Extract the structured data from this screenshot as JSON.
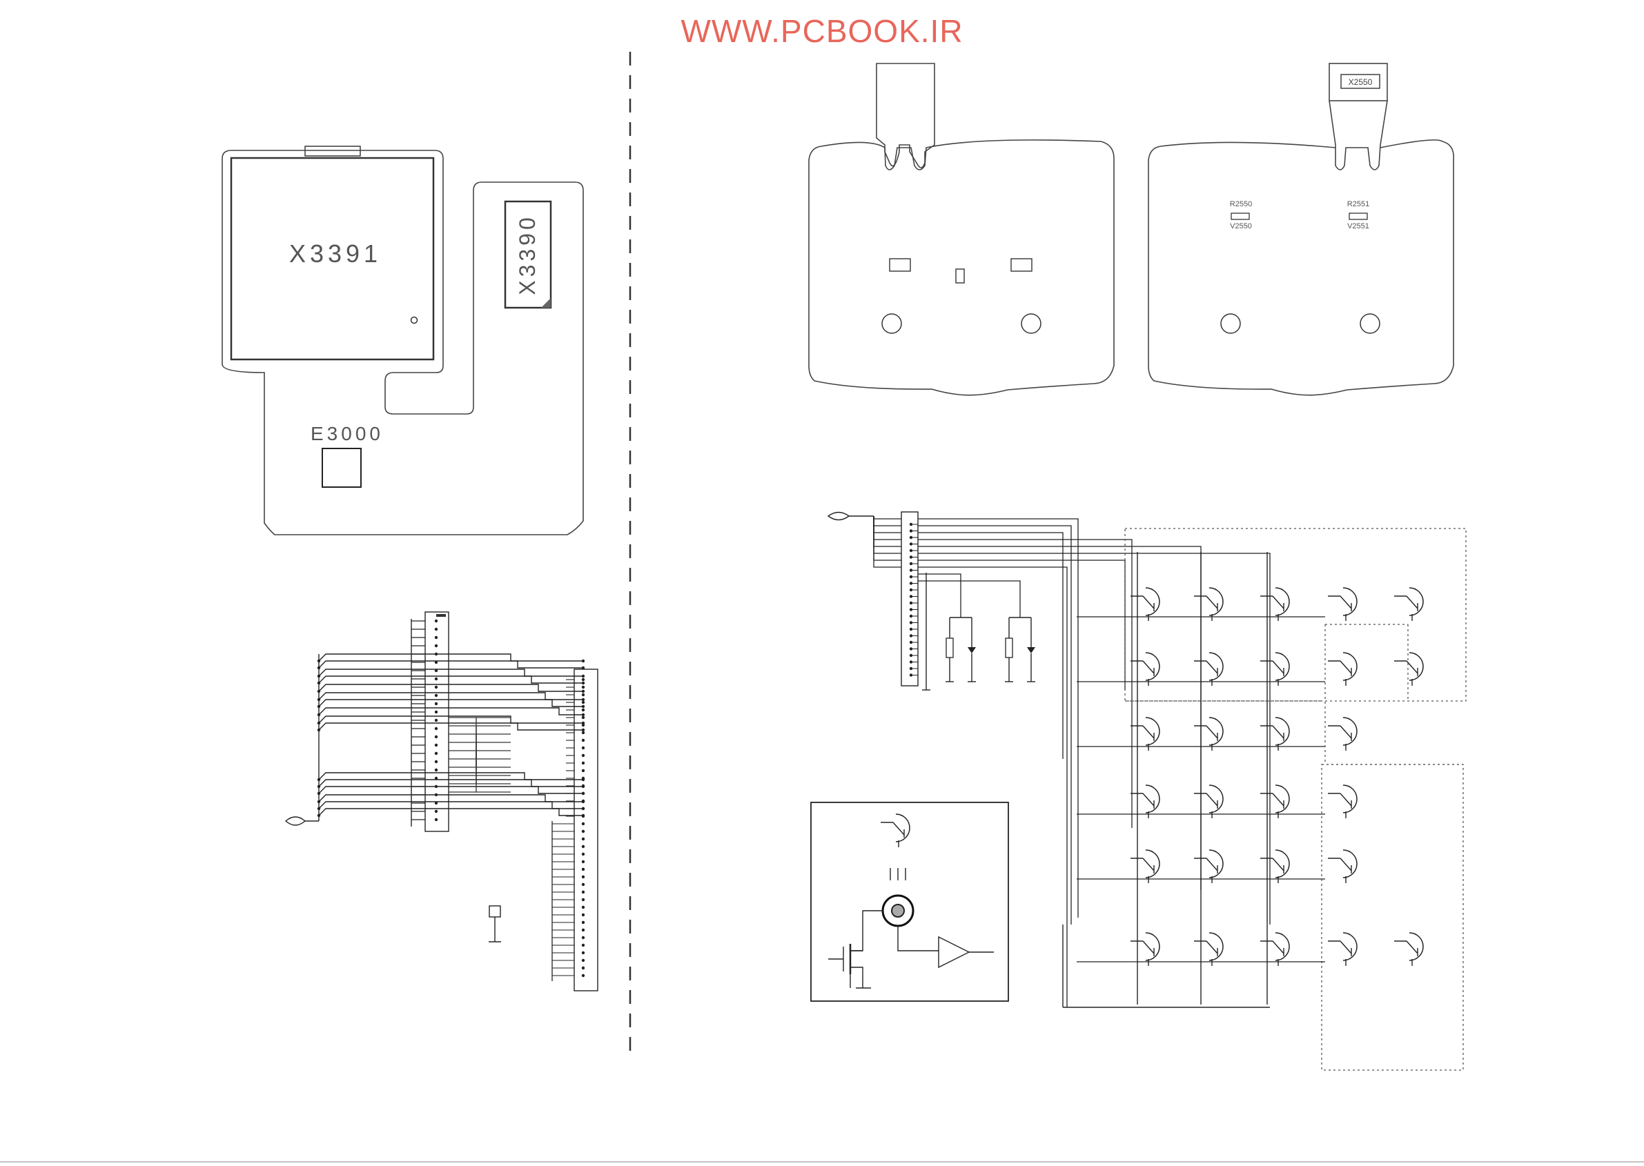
{
  "watermark": "WWW.PCBOOK.IR",
  "colors": {
    "watermark": "#e8665a",
    "lines": "#222222"
  },
  "left_board": {
    "chip_main": "X3391",
    "chip_side": "X3390",
    "pad": "E3000"
  },
  "right_boards": {
    "connector": "X2550",
    "led_left_ref": "R2550",
    "led_left_label": "V2550",
    "led_right_ref": "R2551",
    "led_right_label": "V2551"
  }
}
